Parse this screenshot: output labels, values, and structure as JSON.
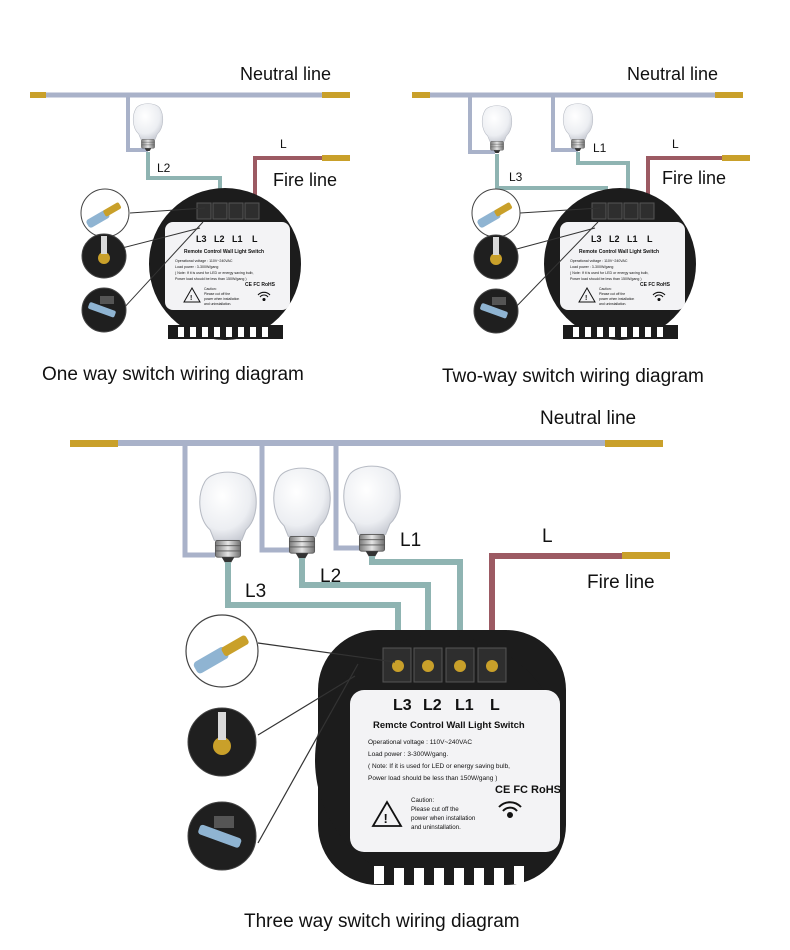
{
  "diagrams": [
    {
      "id": "one-way",
      "title": "One way switch wiring diagram",
      "neutral_label": "Neutral line",
      "fire_label": "Fire line",
      "live_label": "L",
      "wire_labels": [
        "L2"
      ],
      "terminal_labels": [
        "L3",
        "L2",
        "L1",
        "L"
      ],
      "device_name": "Remote Control Wall Light Switch",
      "spec_lines": [
        "Operational voltage : 110V~240VAC",
        "Load power : 3-300W/gang",
        "( Note: If it is used for LED or energy saving bulb,",
        "Power load should be less than 150W/gang )"
      ],
      "caution_lines": [
        "Caution:",
        "Please cut off the",
        "power when installation",
        "and uninstallation."
      ],
      "marks": "CE FC RoHS"
    },
    {
      "id": "two-way",
      "title": "Two-way switch wiring diagram",
      "neutral_label": "Neutral line",
      "fire_label": "Fire line",
      "live_label": "L",
      "wire_labels": [
        "L3",
        "L1"
      ],
      "terminal_labels": [
        "L3",
        "L2",
        "L1",
        "L"
      ],
      "device_name": "Remote Control Wall Light Switch",
      "spec_lines": [
        "Operational voltage : 110V~240VAC",
        "Load power : 3-300W/gang",
        "( Note: If it is used for LED or energy saving bulb,",
        "Power load should be less than 150W/gang )"
      ],
      "caution_lines": [
        "Caution:",
        "Please cut off the",
        "power when installation",
        "and uninstallation."
      ],
      "marks": "CE FC RoHS"
    },
    {
      "id": "three-way",
      "title": "Three way switch wiring diagram",
      "neutral_label": "Neutral line",
      "fire_label": "Fire line",
      "live_label": "L",
      "wire_labels": [
        "L3",
        "L2",
        "L1"
      ],
      "terminal_labels": [
        "L3",
        "L2",
        "L1",
        "L"
      ],
      "device_name": "Remcte Control Wall Light Switch",
      "spec_lines": [
        "Operational voltage : 110V~240VAC",
        "Load power : 3-300W/gang.",
        "( Note: If it is used for LED or energy saving bulb,",
        "Power load should be less than 150W/gang )"
      ],
      "caution_lines": [
        "Caution:",
        "Please cut off the",
        "power when installation",
        "and uninstallation."
      ],
      "marks": "CE FC RoHS"
    }
  ],
  "colors": {
    "neutral_wire": "#a9b2c9",
    "load_wire": "#8fb4b2",
    "live_wire": "#9c5a63",
    "wire_tip": "#c9a02a",
    "device_body": "#1c1c1c",
    "label_panel": "#f3f3f5"
  },
  "icons": [
    "light-bulb-icon",
    "warning-triangle-icon",
    "wifi-icon",
    "stripped-wire-icon",
    "screwdriver-terminal-icon",
    "wire-insertion-icon"
  ]
}
